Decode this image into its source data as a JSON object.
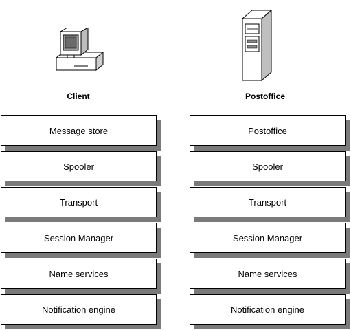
{
  "client": {
    "title": "Client",
    "layers": [
      {
        "label": "Message store"
      },
      {
        "label": "Spooler"
      },
      {
        "label": "Transport"
      },
      {
        "label": "Session Manager"
      },
      {
        "label": "Name services"
      },
      {
        "label": "Notification engine"
      }
    ]
  },
  "postoffice": {
    "title": "Postoffice",
    "layers": [
      {
        "label": "Postoffice"
      },
      {
        "label": "Spooler"
      },
      {
        "label": "Transport"
      },
      {
        "label": "Session Manager"
      },
      {
        "label": "Name services"
      },
      {
        "label": "Notification engine"
      }
    ]
  },
  "icons": {
    "client": "desktop-computer-icon",
    "postoffice": "server-tower-icon"
  },
  "colors": {
    "outline": "#000000",
    "shadow": "#7a7a7a",
    "background": "#ffffff"
  }
}
